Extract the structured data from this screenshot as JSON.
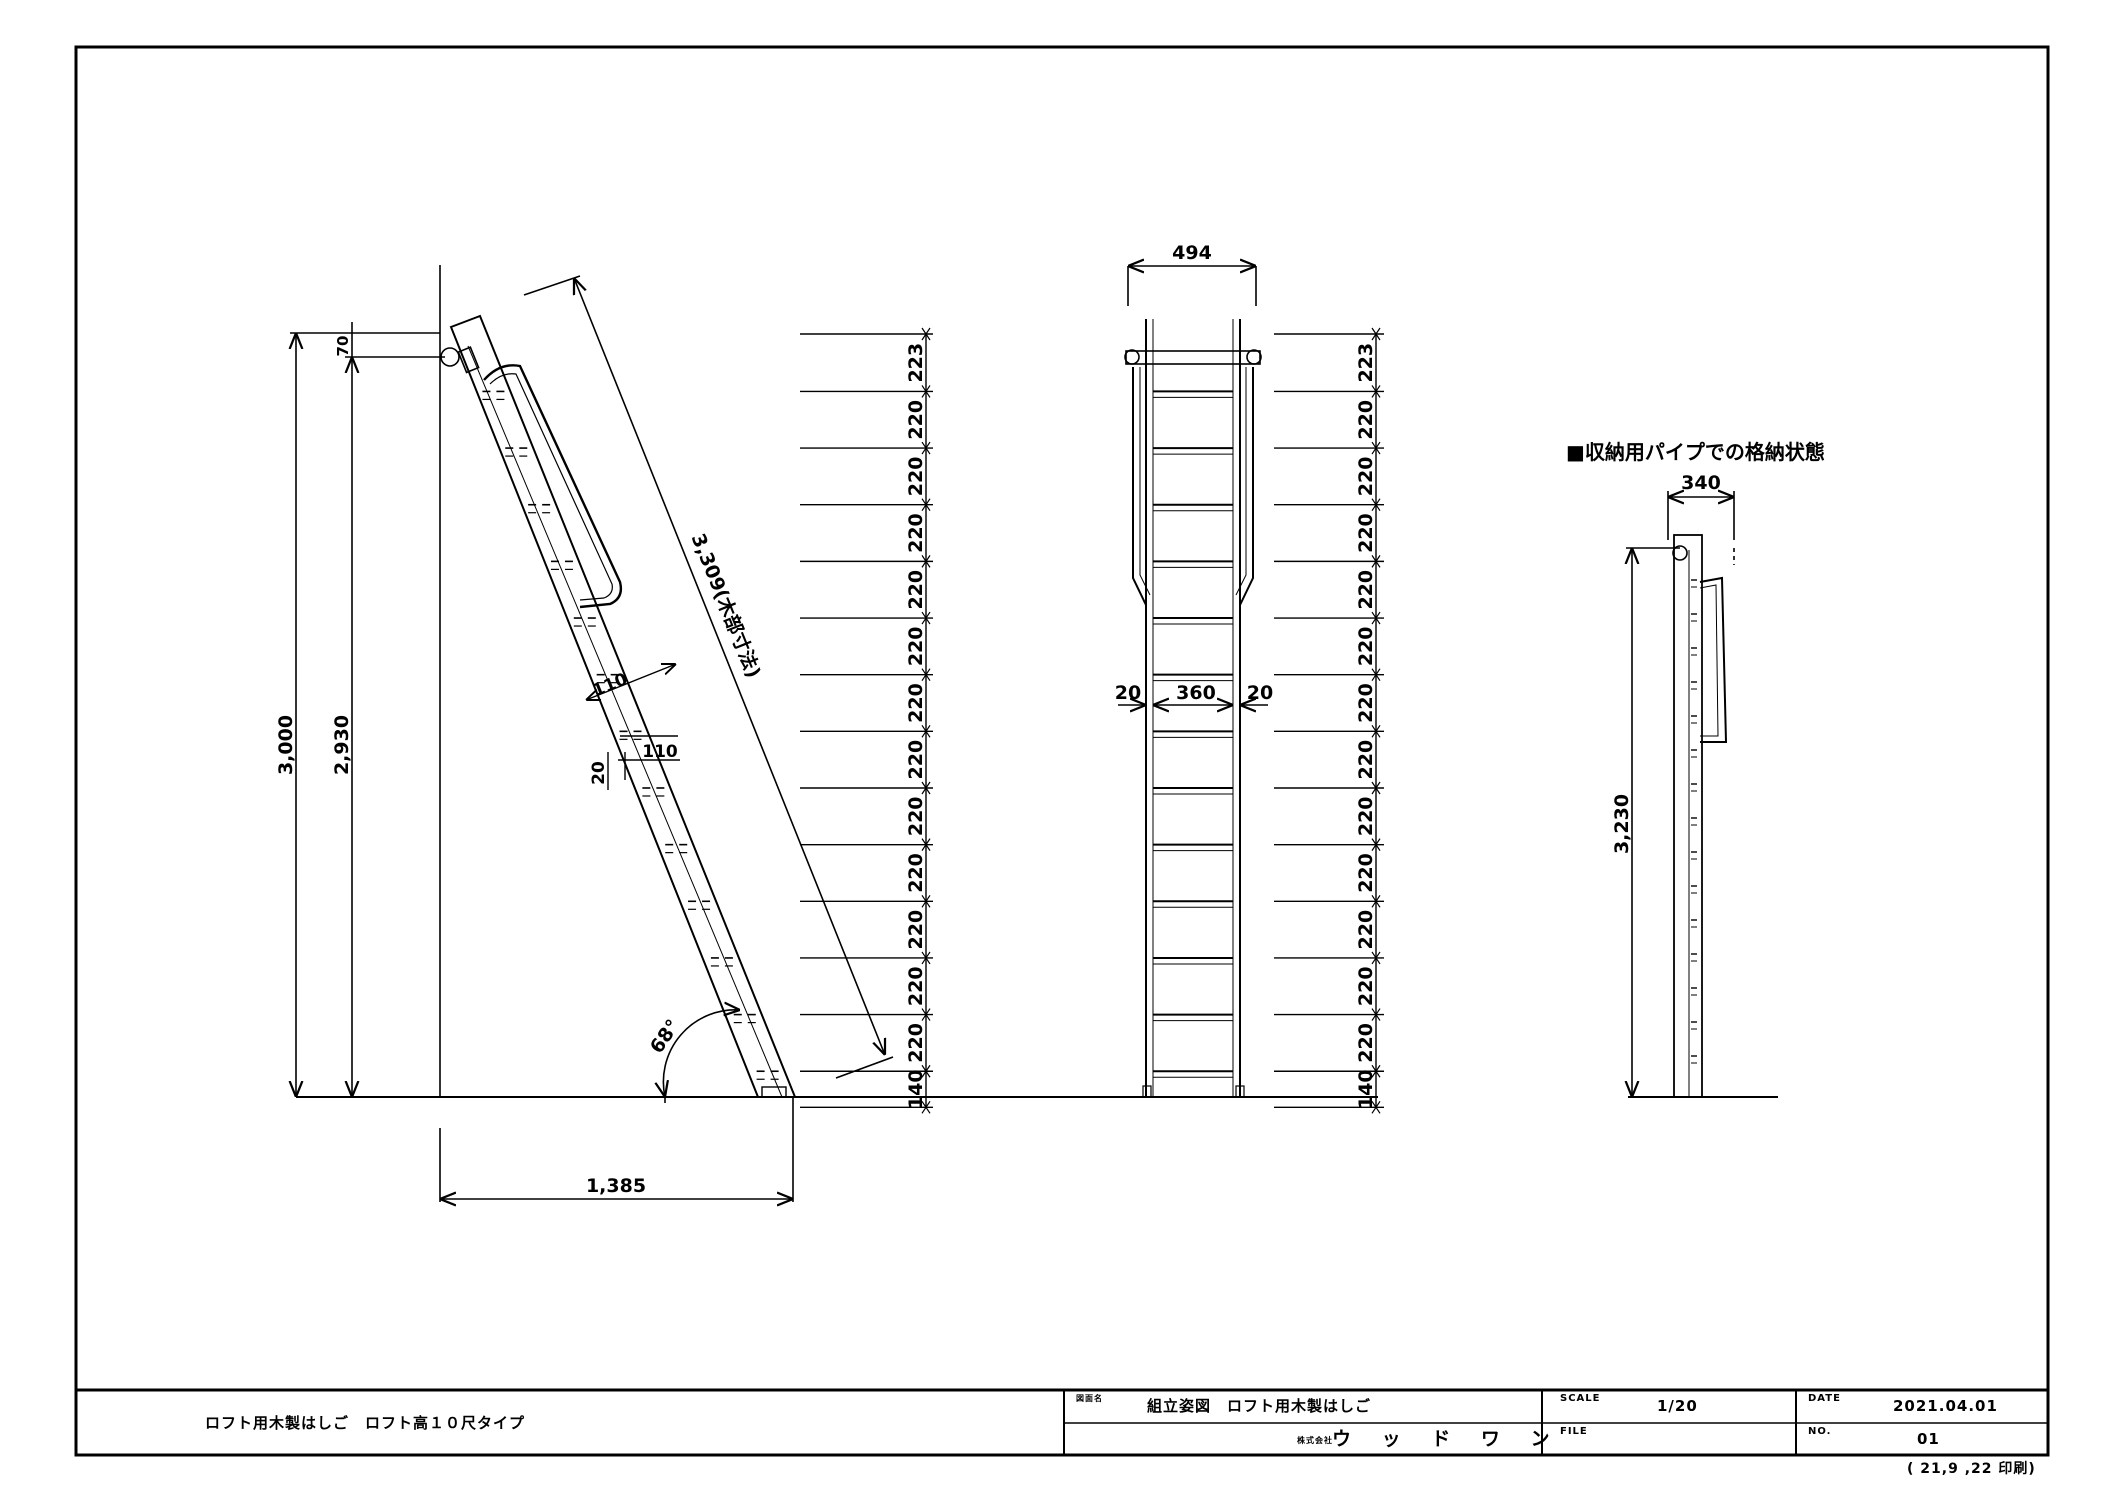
{
  "drawing": {
    "side_view": {
      "dim_overall_height": "3,000",
      "dim_floor_height": "2,930",
      "dim_top_offset": "70",
      "dim_slant_length": "3,309(木部寸法)",
      "dim_footprint": "1,385",
      "dim_stile_width": "110",
      "dim_step_width": "110",
      "dim_step_thickness": "20",
      "angle": "68°"
    },
    "step_spacing": [
      "223",
      "220",
      "220",
      "220",
      "220",
      "220",
      "220",
      "220",
      "220",
      "220",
      "220",
      "220",
      "220",
      "140"
    ],
    "front_view": {
      "dim_overall_width": "494",
      "dim_inner_width": "360",
      "dim_left_margin": "20",
      "dim_right_margin": "20"
    },
    "storage_view": {
      "heading": "■収納用パイプでの格納状態",
      "dim_width": "340",
      "dim_height": "3,230"
    }
  },
  "title_block": {
    "product_name": "ロフト用木製はしご　ロフト高１０尺タイプ",
    "drawing_label": "図面名",
    "drawing_name": "組立姿図　ロフト用木製はしご",
    "scale_label": "SCALE",
    "scale": "1/20",
    "date_label": "DATE",
    "date": "2021.04.01",
    "company_prefix": "株式会社",
    "company": "ウ ッ ド ワ ン",
    "file_label": "FILE",
    "file": "",
    "no_label": "NO.",
    "no": "01",
    "print_note": "( 21,9 ,22 印刷)"
  }
}
